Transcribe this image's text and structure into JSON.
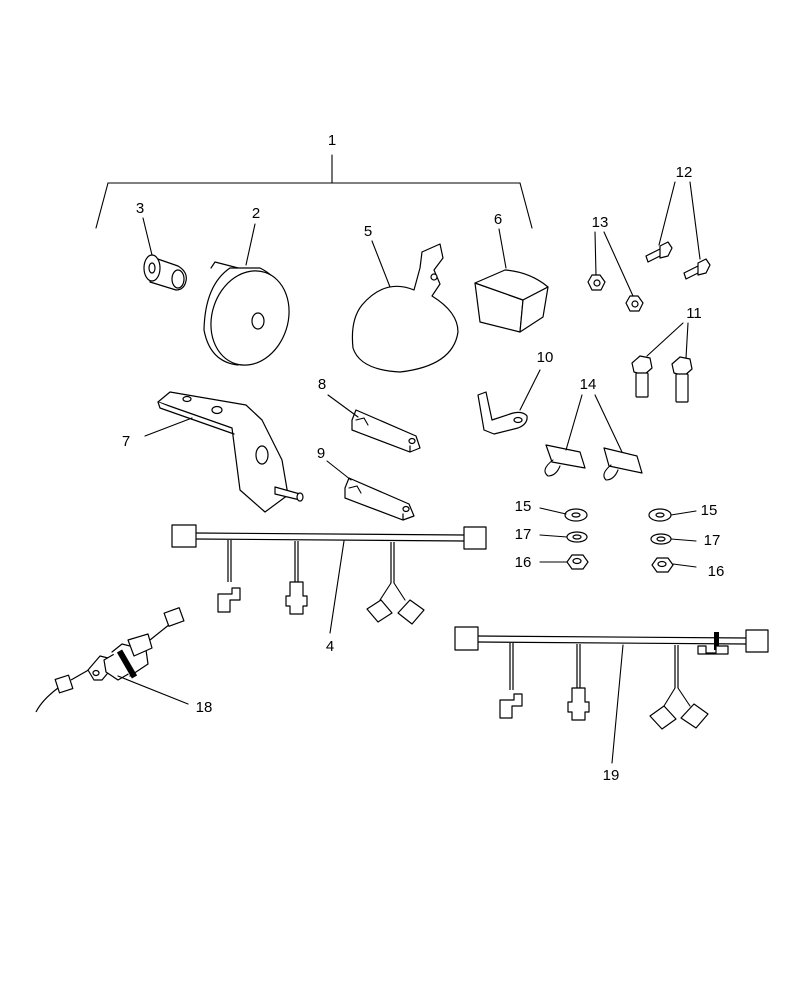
{
  "labels": {
    "l1": "1",
    "l2": "2",
    "l3": "3",
    "l4": "4",
    "l5": "5",
    "l6": "6",
    "l7": "7",
    "l8": "8",
    "l9": "9",
    "l10": "10",
    "l11": "11",
    "l12": "12",
    "l13": "13",
    "l14": "14",
    "l15a": "15",
    "l15b": "15",
    "l16a": "16",
    "l16b": "16",
    "l17a": "17",
    "l17b": "17",
    "l18": "18",
    "l19": "19"
  }
}
